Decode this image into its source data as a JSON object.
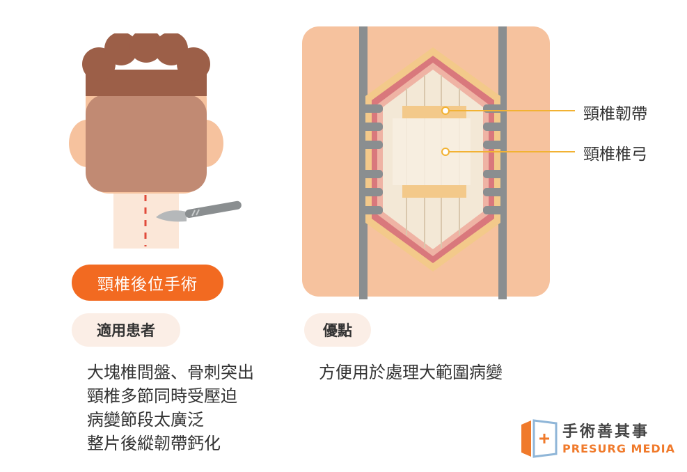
{
  "procedure_label": "頸椎後位手術",
  "patients": {
    "label": "適用患者",
    "items": [
      "大塊椎間盤、骨刺突出",
      "頸椎多節同時受壓迫",
      "病變節段太廣泛",
      "整片後縱韌帶鈣化"
    ]
  },
  "advantages": {
    "label": "優點",
    "text": "方便用於處理大範圍病變"
  },
  "callouts": {
    "ligament": "頸椎韌帶",
    "lamina": "頸椎椎弓"
  },
  "logo": {
    "name_cn": "手術善其事",
    "name_en": "PRESURG MEDIA"
  },
  "colors": {
    "accent": "#f26a21",
    "pill_bg": "#fbeee6",
    "skin": "#f6c29e",
    "hair": "#9c5f48",
    "bone": "#f3e8d6",
    "rail": "#8a8e90",
    "callout_line": "#f2b233"
  }
}
